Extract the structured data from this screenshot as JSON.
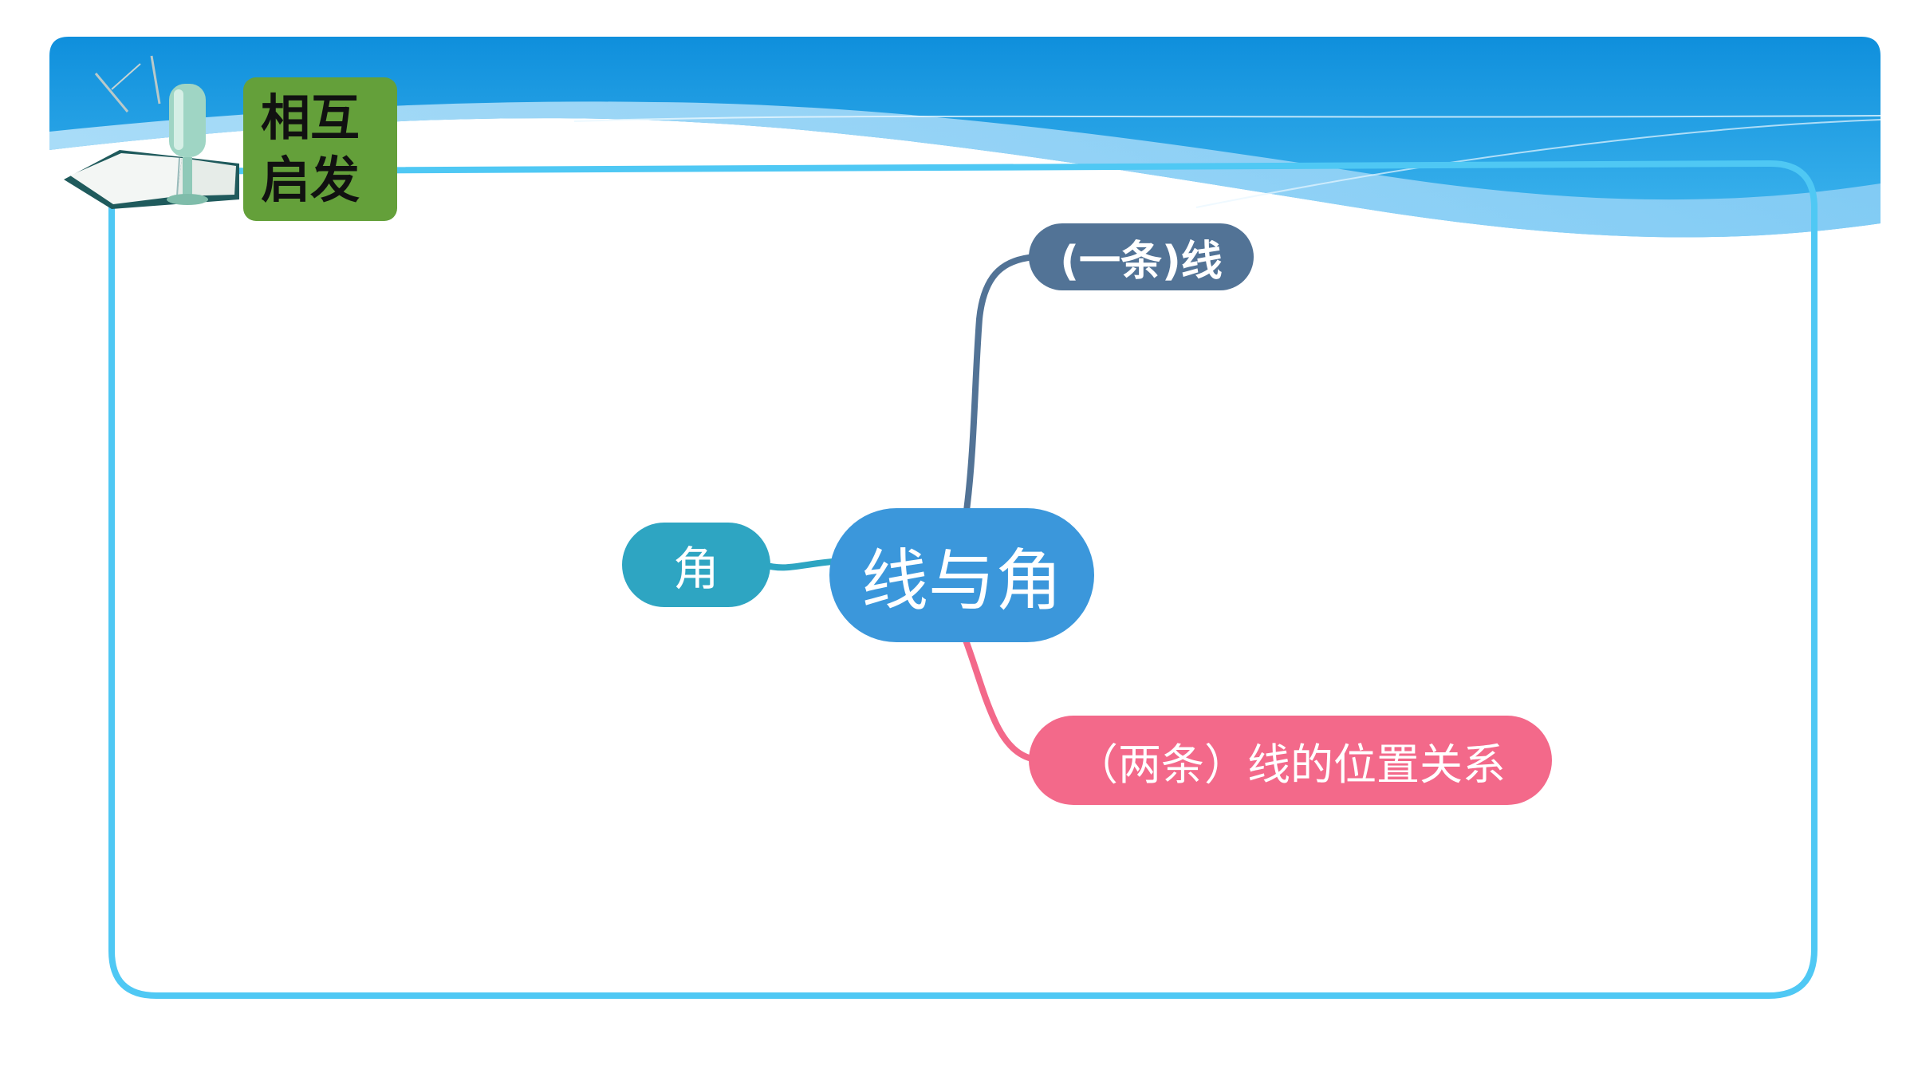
{
  "header": {
    "badge_line1": "相互",
    "badge_line2": "启发",
    "icons": [
      "book-microphone-icon"
    ]
  },
  "mindmap": {
    "center": "线与角",
    "branch_top": "(一条)线",
    "branch_left": "角",
    "branch_bottom": "（两条）线的位置关系"
  },
  "colors": {
    "header_blue": "#1496e0",
    "frame": "#4fc8f4",
    "badge": "#64a03a",
    "center_node": "#3b97db",
    "angle_node": "#2ea5c2",
    "line_node": "#527396",
    "relation_node": "#f3698a"
  }
}
